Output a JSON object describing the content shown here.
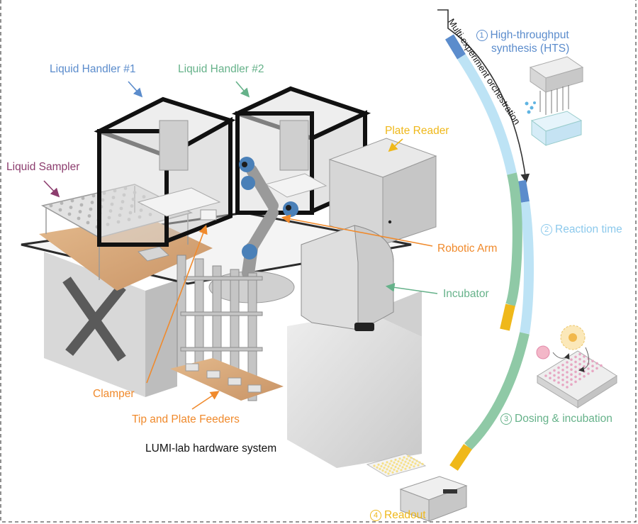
{
  "colors": {
    "blue": "#5b8ccc",
    "green": "#66b28a",
    "purple": "#8c3d6e",
    "orange": "#f08a2c",
    "yellow": "#efb81a",
    "light_blue": "#8cc9ec"
  },
  "hardware": {
    "caption": "LUMI-lab hardware system",
    "labels": {
      "liquid_handler_1": "Liquid Handler #1",
      "liquid_handler_2": "Liquid Handler #2",
      "liquid_sampler": "Liquid Sampler",
      "plate_reader": "Plate Reader",
      "robotic_arm": "Robotic Arm",
      "incubator": "Incubator",
      "clamper": "Clamper",
      "tip_plate_feeders": "Tip and Plate Feeders"
    }
  },
  "workflow": {
    "orchestration_label": "Multi-experiment orchestration",
    "steps": [
      {
        "number": "1",
        "line1": "High-throughput",
        "line2": "synthesis (HTS)"
      },
      {
        "number": "2",
        "line1": "Reaction time"
      },
      {
        "number": "3",
        "line1": "Dosing & incubation"
      },
      {
        "number": "4",
        "line1": "Readout"
      }
    ]
  }
}
